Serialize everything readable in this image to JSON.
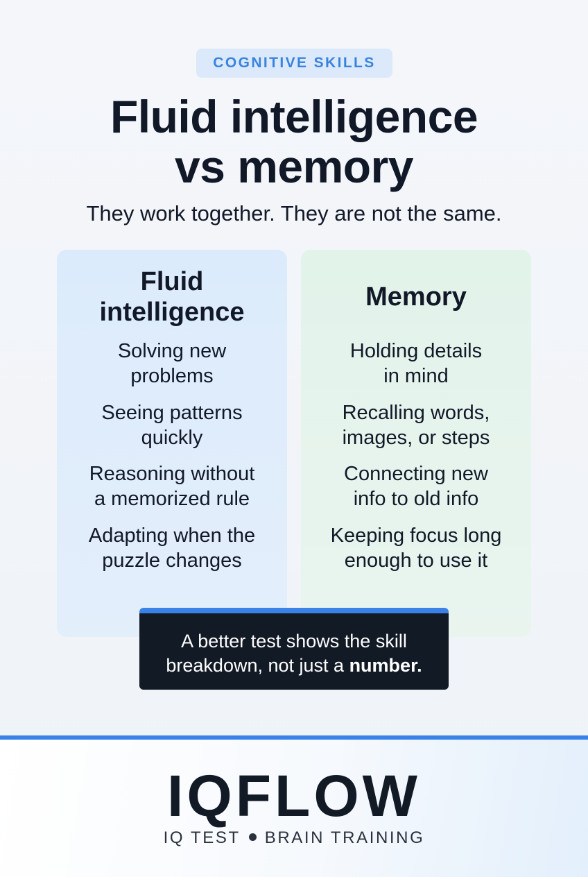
{
  "header": {
    "eyebrow": "COGNITIVE SKILLS",
    "title_line1": "Fluid intelligence",
    "title_line2": "vs memory",
    "subtitle": "They work together. They are not the same."
  },
  "left_card": {
    "heading_line1": "Fluid",
    "heading_line2": "intelligence",
    "items": [
      {
        "line1": "Solving new",
        "line2": "problems"
      },
      {
        "line1": "Seeing patterns",
        "line2": "quickly"
      },
      {
        "line1": "Reasoning without",
        "line2": "a memorized rule"
      },
      {
        "line1": "Adapting when the",
        "line2": "puzzle changes"
      }
    ]
  },
  "right_card": {
    "heading": "Memory",
    "items": [
      {
        "line1": "Holding details",
        "line2": "in mind"
      },
      {
        "line1": "Recalling words,",
        "line2": "images, or steps"
      },
      {
        "line1": "Connecting new",
        "line2": "info to old info"
      },
      {
        "line1": "Keeping focus long",
        "line2": "enough to use it"
      }
    ]
  },
  "callout": {
    "line1": "A better test shows the skill",
    "line2_prefix": "breakdown, not just a ",
    "line2_bold": "number."
  },
  "footer": {
    "brand": "IQFLOW",
    "tagline_left": "IQ TEST",
    "tagline_right": "BRAIN TRAINING"
  },
  "colors": {
    "accent_blue": "#3b82e8",
    "dark_navy": "#121a26",
    "left_card_bg": "#dcebfb",
    "right_card_bg": "#e2f3ea",
    "eyebrow_bg": "#dbe9fa"
  }
}
